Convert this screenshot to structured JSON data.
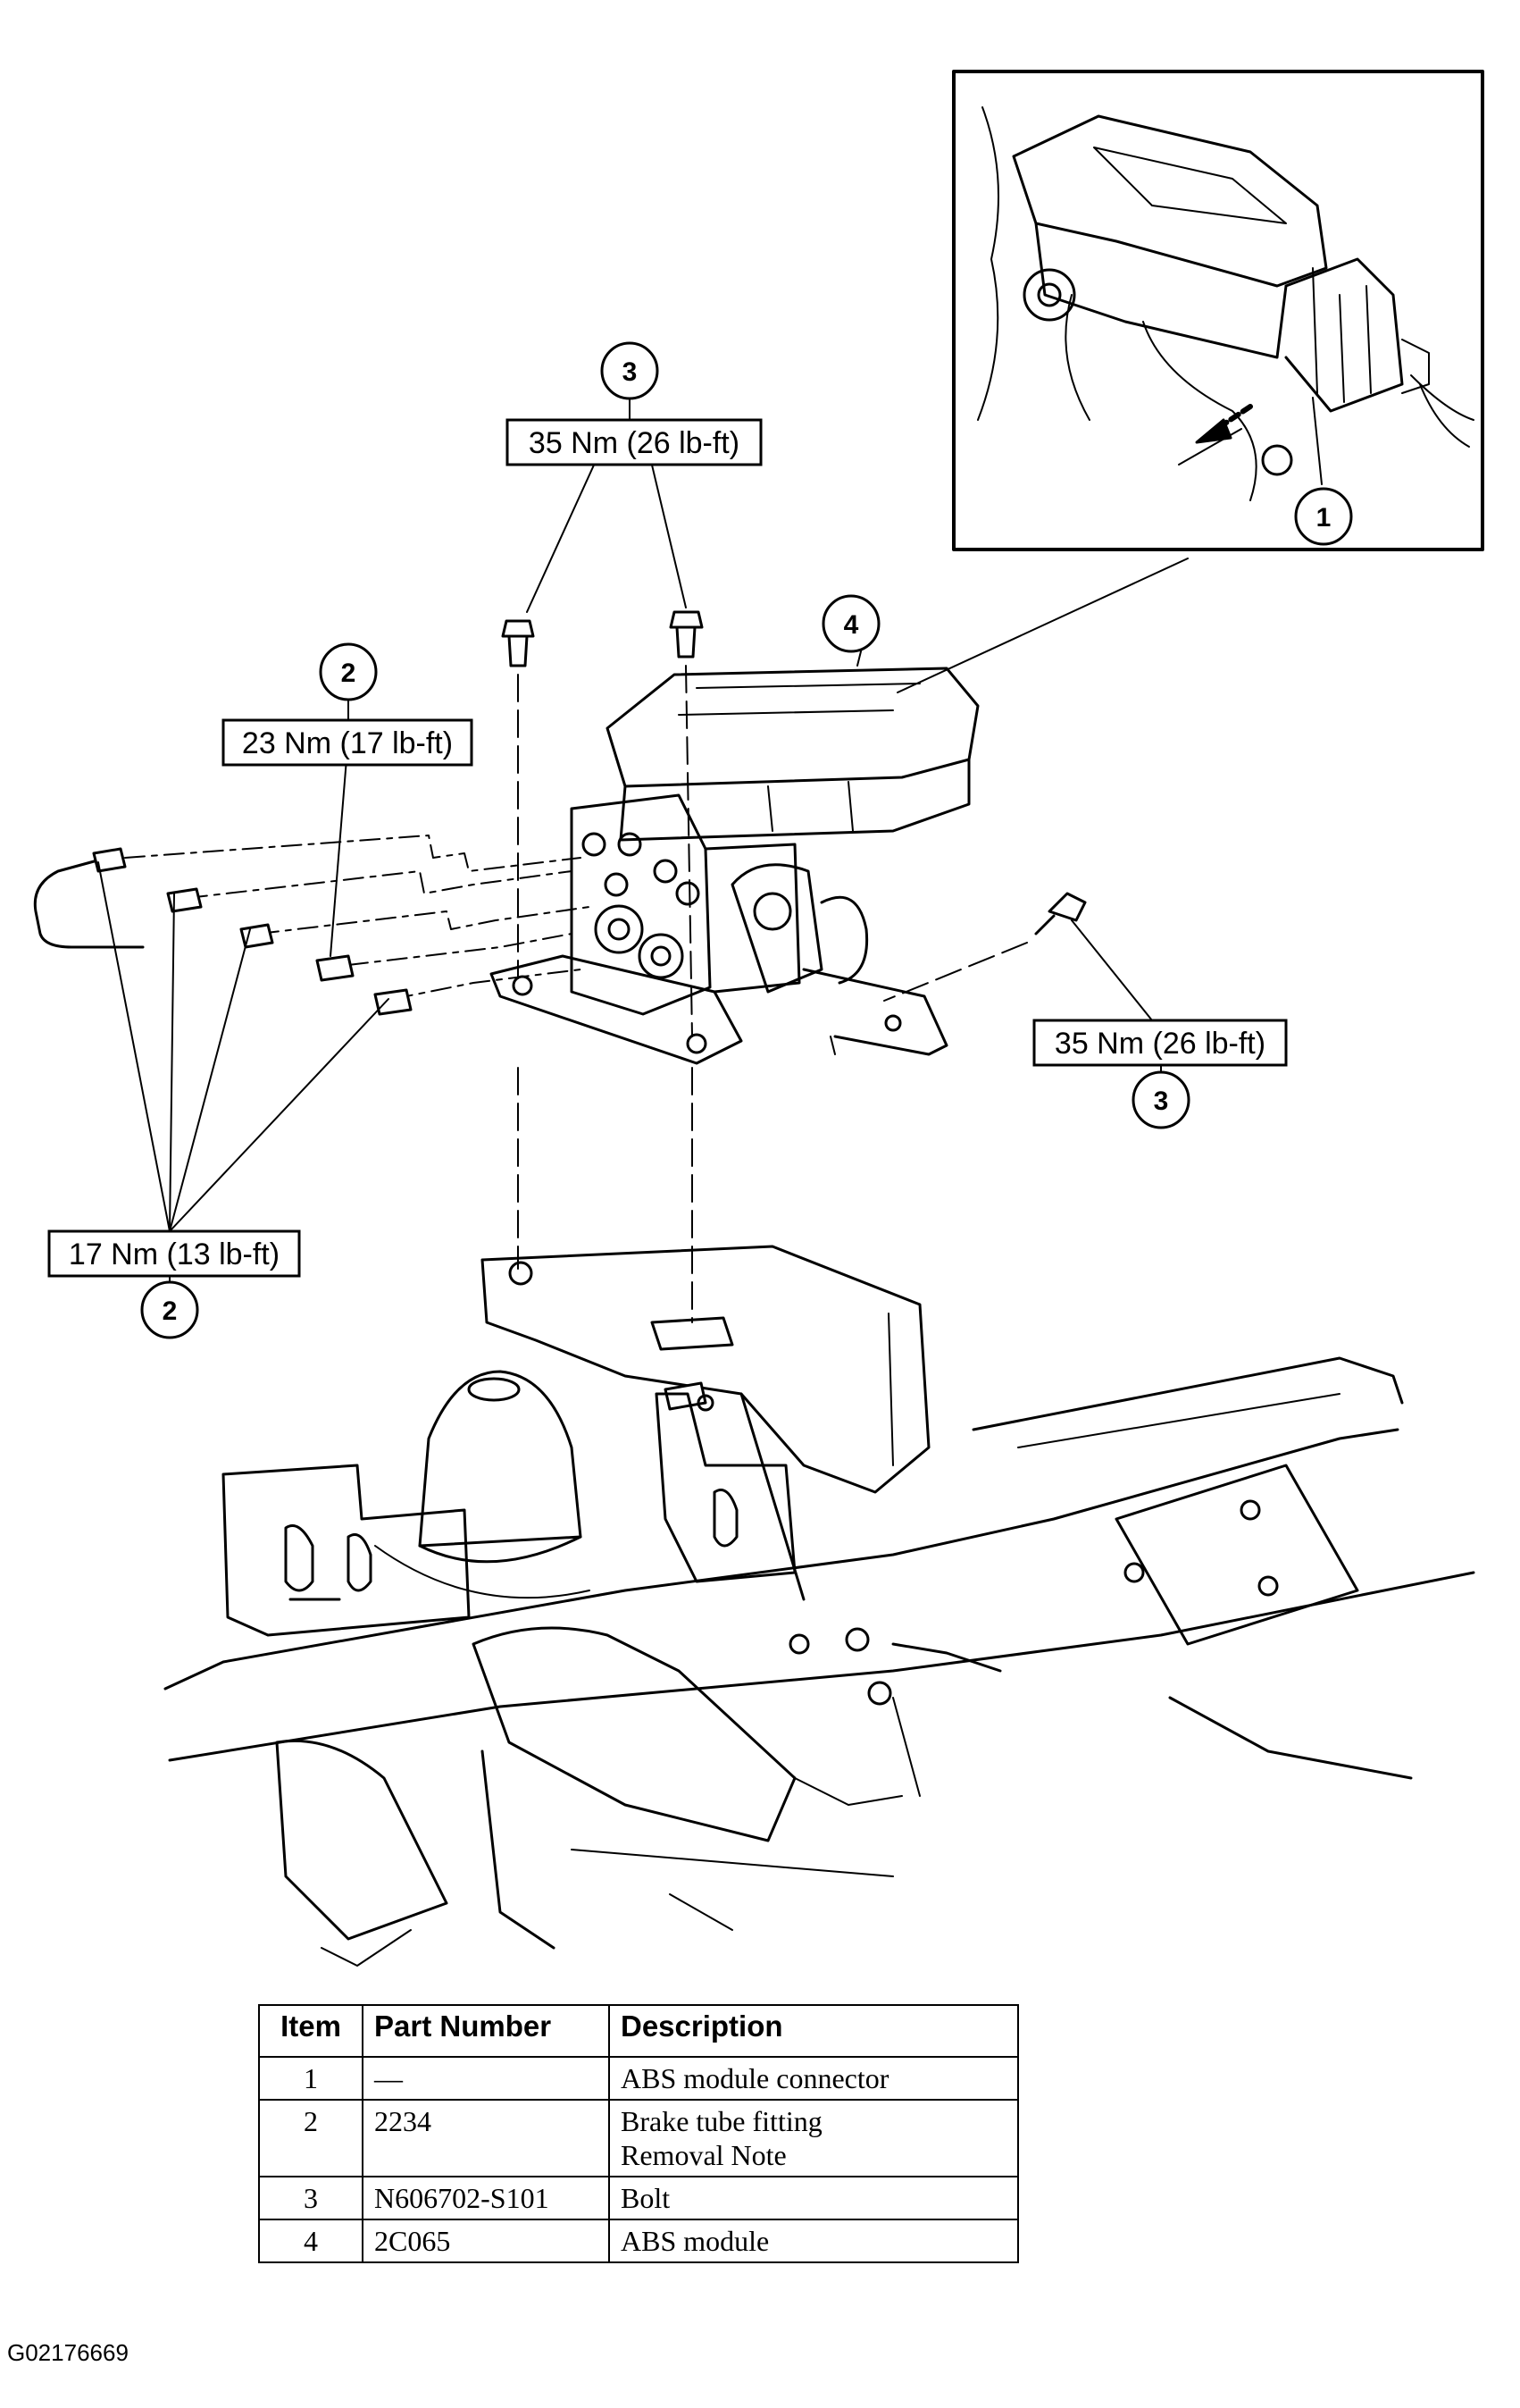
{
  "callouts": [
    {
      "id": "c1",
      "num": "1"
    },
    {
      "id": "c2a",
      "num": "2"
    },
    {
      "id": "c2b",
      "num": "2"
    },
    {
      "id": "c3a",
      "num": "3"
    },
    {
      "id": "c3b",
      "num": "3"
    },
    {
      "id": "c4",
      "num": "4"
    }
  ],
  "torque_labels": {
    "top_bolts": "35 Nm (26 lb-ft)",
    "side_bolt": "35 Nm (26 lb-ft)",
    "upper_fitting": "23 Nm (17 lb-ft)",
    "lower_fittings": "17 Nm (13 lb-ft)"
  },
  "table": {
    "headers": {
      "item": "Item",
      "part": "Part Number",
      "desc": "Description"
    },
    "rows": [
      {
        "item": "1",
        "part": "—",
        "desc": [
          "ABS module connector"
        ]
      },
      {
        "item": "2",
        "part": "2234",
        "desc": [
          "Brake tube fitting",
          "Removal Note"
        ]
      },
      {
        "item": "3",
        "part": "N606702-S101",
        "desc": [
          "Bolt"
        ]
      },
      {
        "item": "4",
        "part": "2C065",
        "desc": [
          "ABS module"
        ]
      }
    ]
  },
  "figure_code": "G02176669"
}
